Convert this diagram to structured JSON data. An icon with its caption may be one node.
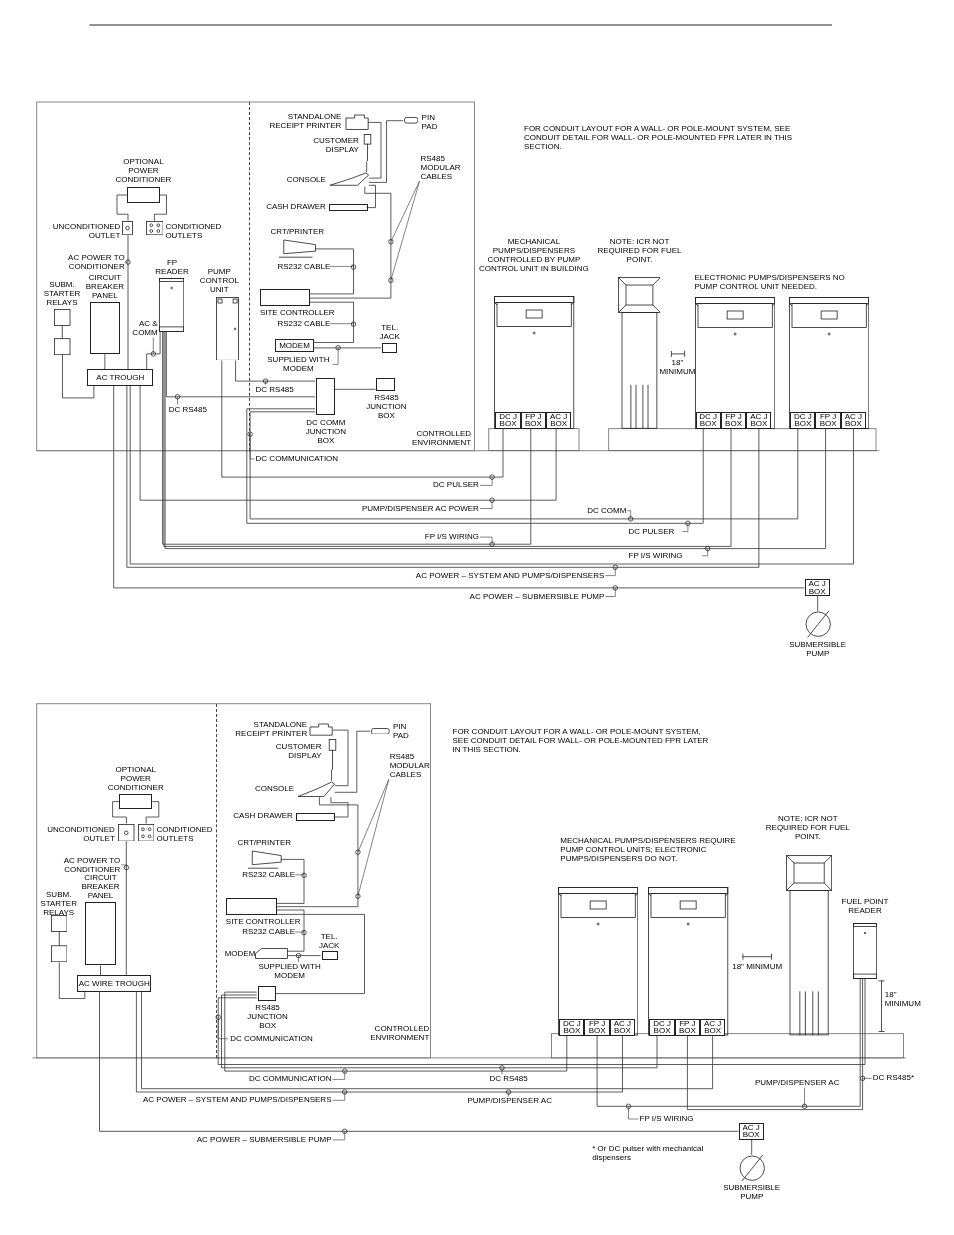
{
  "diagram": {
    "nodes": [
      {
        "text": [
          "CONTROLLED ENVIRONMENT"
        ]
      },
      {
        "text": [
          "OPTIONAL POWER CONDITIONER"
        ]
      },
      {
        "text": [
          "UNCONDITIONED OUTLET"
        ]
      },
      {
        "text": [
          "CONDITIONED OUTLETS"
        ]
      },
      {
        "text": [
          "SUBM. STARTER RELAYS"
        ]
      },
      {
        "text": [
          "CIRCUIT BREAKER PANEL"
        ]
      },
      {
        "text": [
          "AC TROUGH"
        ]
      },
      {
        "text": [
          "FP READER"
        ]
      },
      {
        "text": [
          "PUMP CONTROL UNIT"
        ]
      },
      {
        "text": [
          "STANDALONE RECEIPT PRINTER"
        ],
        "in": 0
      },
      {
        "text": [
          "PIN PAD"
        ],
        "in": 0
      },
      {
        "text": [
          "CUSTOMER DISPLAY"
        ],
        "in": 0
      },
      {
        "text": [
          "CONSOLE"
        ],
        "in": 0
      },
      {
        "text": [
          "CASH DRAWER"
        ],
        "in": 0
      },
      {
        "text": [
          "CRT/PRINTER"
        ],
        "in": 0
      },
      {
        "text": [
          "SITE CONTROLLER"
        ],
        "in": 0
      },
      {
        "text": [
          "MODEM"
        ],
        "in": 0
      },
      {
        "text": [
          "TEL. JACK"
        ],
        "in": 0
      },
      {
        "text": [
          "DC COMM JUNCTION BOX"
        ],
        "in": 0
      },
      {
        "text": [
          "RS485 JUNCTION BOX"
        ],
        "in": 0
      },
      {
        "text": [
          "MECHANICAL PUMPS/DISPENSERS CONTROLLED BY PUMP CONTROL UNIT IN BUILDING"
        ]
      },
      {
        "text": [
          "DC J BOX"
        ],
        "in": 20
      },
      {
        "text": [
          "FP J BOX"
        ],
        "in": 20
      },
      {
        "text": [
          "AC J BOX"
        ],
        "in": 20
      },
      {
        "text": [
          "NOTE: ICR NOT REQUIRED FOR FUEL POINT."
        ]
      },
      {
        "text": [],
        "shape": "box"
      },
      {
        "text": [
          "DC J BOX"
        ],
        "in": 25
      },
      {
        "text": [
          "FP J BOX"
        ],
        "in": 25
      },
      {
        "text": [
          "AC J BOX"
        ],
        "in": 25
      },
      {
        "text": [],
        "shape": "box"
      },
      {
        "text": [
          "DC J BOX"
        ],
        "in": 29
      },
      {
        "text": [
          "FP J BOX"
        ],
        "in": 29
      },
      {
        "text": [
          "AC J BOX"
        ],
        "in": 29
      },
      {
        "text": [
          "AC J BOX"
        ]
      },
      {
        "text": [
          "SUBMERSIBLE PUMP"
        ]
      },
      {
        "text": [
          "AC POWER TO CONDITIONER"
        ]
      },
      {
        "text": [
          "AC & COMM"
        ]
      },
      {
        "text": [
          "DC RS485"
        ]
      },
      {
        "text": [
          "DC RS485"
        ],
        "in": 0
      },
      {
        "text": [
          "DC COMMUNICATION"
        ]
      },
      {
        "text": [
          "RS232 CABLE"
        ],
        "in": 0
      },
      {
        "text": [
          "RS232 CABLE"
        ],
        "in": 0
      },
      {
        "text": [
          "SUPPLIED WITH MODEM"
        ],
        "in": 0
      },
      {
        "text": [
          "RS485 MODULAR CABLES"
        ],
        "in": 0
      },
      {
        "text": [
          "DC PULSER"
        ]
      },
      {
        "text": [
          "PUMP/DISPENSER AC POWER"
        ]
      },
      {
        "text": [
          "DC COMM"
        ]
      },
      {
        "text": [
          "DC PULSER"
        ]
      },
      {
        "text": [
          "FP I/S WIRING"
        ]
      },
      {
        "text": [
          "FP I/S WIRING"
        ]
      },
      {
        "text": [
          "AC POWER – SYSTEM AND PUMPS/DISPENSERS"
        ]
      },
      {
        "text": [
          "AC POWER – SUBMERSIBLE PUMP"
        ]
      },
      {
        "text": [
          "CONTROLLED ENVIRONMENT"
        ]
      },
      {
        "text": [
          "OPTIONAL POWER CONDITIONER"
        ]
      },
      {
        "text": [
          "UNCONDITIONED OUTLET"
        ]
      },
      {
        "text": [
          "CONDITIONED OUTLETS"
        ]
      },
      {
        "text": [
          "SUBM. STARTER RELAYS"
        ]
      },
      {
        "text": [
          "CIRCUIT BREAKER PANEL"
        ]
      },
      {
        "text": [
          "AC WIRE TROUGH"
        ]
      },
      {
        "text": [
          "STANDALONE RECEIPT PRINTER"
        ],
        "in": 52
      },
      {
        "text": [
          "PIN PAD"
        ],
        "in": 52
      },
      {
        "text": [
          "CUSTOMER DISPLAY"
        ],
        "in": 52
      },
      {
        "text": [
          "CONSOLE"
        ],
        "in": 52
      },
      {
        "text": [
          "CASH DRAWER"
        ],
        "in": 52
      },
      {
        "text": [
          "CRT/PRINTER"
        ],
        "in": 52
      },
      {
        "text": [
          "SITE CONTROLLER"
        ],
        "in": 52
      },
      {
        "text": [
          "MODEM"
        ],
        "in": 52
      },
      {
        "text": [
          "TEL. JACK"
        ],
        "in": 52
      },
      {
        "text": [
          "RS485 JUNCTION BOX"
        ],
        "in": 52
      },
      {
        "text": [],
        "shape": "box"
      },
      {
        "text": [
          "DC J BOX"
        ],
        "in": 69
      },
      {
        "text": [
          "FP J BOX"
        ],
        "in": 69
      },
      {
        "text": [
          "AC J BOX"
        ],
        "in": 69
      },
      {
        "text": [],
        "shape": "box"
      },
      {
        "text": [
          "DC J BOX"
        ],
        "in": 73
      },
      {
        "text": [
          "FP J BOX"
        ],
        "in": 73
      },
      {
        "text": [
          "AC J BOX"
        ],
        "in": 73
      },
      {
        "text": [
          "NOTE: ICR NOT REQUIRED FOR FUEL POINT."
        ]
      },
      {
        "text": [
          "FUEL POINT READER"
        ]
      },
      {
        "text": [
          "AC J BOX"
        ]
      },
      {
        "text": [
          "SUBMERSIBLE PUMP"
        ]
      },
      {
        "text": [
          "AC POWER TO CONDITIONER"
        ]
      },
      {
        "text": [
          "RS232 CABLE"
        ],
        "in": 52
      },
      {
        "text": [
          "RS232 CABLE"
        ],
        "in": 52
      },
      {
        "text": [
          "SUPPLIED WITH MODEM"
        ],
        "in": 52
      },
      {
        "text": [
          "RS485 MODULAR CABLES"
        ],
        "in": 52
      },
      {
        "text": [
          "DC COMMUNICATION"
        ],
        "in": 52
      },
      {
        "text": [
          "DC COMMUNICATION"
        ]
      },
      {
        "text": [
          "AC POWER – SYSTEM AND PUMPS/DISPENSERS"
        ]
      },
      {
        "text": [
          "AC POWER – SUBMERSIBLE PUMP"
        ]
      },
      {
        "text": [
          "DC RS485"
        ]
      },
      {
        "text": [
          "PUMP/DISPENSER AC"
        ]
      },
      {
        "text": [
          "DC RS485*"
        ]
      },
      {
        "text": [
          "PUMP/DISPENSER AC"
        ]
      },
      {
        "text": [
          "FP I/S WIRING"
        ]
      }
    ],
    "edges": [
      {
        "from": 1,
        "to": 2,
        "arrow": "none"
      },
      {
        "from": 1,
        "to": 3,
        "arrow": "none"
      },
      {
        "from": 2,
        "to": 6,
        "arrow": "none"
      },
      {
        "from": 4,
        "to": 6,
        "arrow": "none"
      },
      {
        "from": 5,
        "to": 6,
        "arrow": "none"
      },
      {
        "from": 7,
        "to": 6,
        "arrow": "none"
      },
      {
        "from": 7,
        "to": 18,
        "arrow": "none"
      },
      {
        "from": 8,
        "to": 18,
        "arrow": "none"
      },
      {
        "from": 18,
        "to": 19,
        "arrow": "none"
      },
      {
        "from": 9,
        "to": 12,
        "arrow": "none"
      },
      {
        "from": 11,
        "to": 12,
        "arrow": "none"
      },
      {
        "from": 10,
        "to": 12,
        "arrow": "none"
      },
      {
        "from": 13,
        "to": 12,
        "arrow": "none"
      },
      {
        "from": 14,
        "to": 15,
        "arrow": "none"
      },
      {
        "from": 16,
        "to": 15,
        "arrow": "none"
      },
      {
        "from": 16,
        "to": 17,
        "arrow": "none"
      },
      {
        "from": 12,
        "to": 15,
        "arrow": "none"
      },
      {
        "from": 8,
        "to": 21,
        "arrow": "none"
      },
      {
        "from": 6,
        "to": 23,
        "arrow": "none"
      },
      {
        "from": 18,
        "to": 26,
        "arrow": "none"
      },
      {
        "from": 18,
        "to": 30,
        "arrow": "none"
      },
      {
        "from": 7,
        "to": 22,
        "arrow": "none"
      },
      {
        "from": 7,
        "to": 27,
        "arrow": "none"
      },
      {
        "from": 7,
        "to": 31,
        "arrow": "none"
      },
      {
        "from": 6,
        "to": 28,
        "arrow": "none"
      },
      {
        "from": 6,
        "to": 32,
        "arrow": "none"
      },
      {
        "from": 6,
        "to": 33,
        "arrow": "none"
      },
      {
        "from": 33,
        "to": 34,
        "arrow": "none"
      },
      {
        "from": 35,
        "to": null,
        "arrow": "other"
      },
      {
        "from": 36,
        "to": null,
        "arrow": "other"
      },
      {
        "from": 37,
        "to": null,
        "arrow": "other"
      },
      {
        "from": 38,
        "to": null,
        "arrow": "other"
      },
      {
        "from": 39,
        "to": null,
        "arrow": "other"
      },
      {
        "from": 40,
        "to": null,
        "arrow": "other"
      },
      {
        "from": 41,
        "to": null,
        "arrow": "other"
      },
      {
        "from": 42,
        "to": null,
        "arrow": "other"
      },
      {
        "from": 43,
        "to": null,
        "arrow": "other"
      },
      {
        "from": 43,
        "to": null,
        "arrow": "other"
      },
      {
        "from": 44,
        "to": null,
        "arrow": "other"
      },
      {
        "from": 45,
        "to": null,
        "arrow": "other"
      },
      {
        "from": 46,
        "to": null,
        "arrow": "other"
      },
      {
        "from": 47,
        "to": null,
        "arrow": "other"
      },
      {
        "from": 48,
        "to": null,
        "arrow": "other"
      },
      {
        "from": 49,
        "to": null,
        "arrow": "other"
      },
      {
        "from": 50,
        "to": null,
        "arrow": "other"
      },
      {
        "from": 51,
        "to": null,
        "arrow": "other"
      },
      {
        "from": 53,
        "to": 54,
        "arrow": "none"
      },
      {
        "from": 53,
        "to": 55,
        "arrow": "none"
      },
      {
        "from": 54,
        "to": 58,
        "arrow": "none"
      },
      {
        "from": 56,
        "to": 58,
        "arrow": "none"
      },
      {
        "from": 57,
        "to": 58,
        "arrow": "none"
      },
      {
        "from": 59,
        "to": 62,
        "arrow": "none"
      },
      {
        "from": 61,
        "to": 62,
        "arrow": "none"
      },
      {
        "from": 60,
        "to": 62,
        "arrow": "none"
      },
      {
        "from": 63,
        "to": 62,
        "arrow": "none"
      },
      {
        "from": 64,
        "to": 65,
        "arrow": "none"
      },
      {
        "from": 66,
        "to": 65,
        "arrow": "none"
      },
      {
        "from": 66,
        "to": 67,
        "arrow": "none"
      },
      {
        "from": 62,
        "to": 65,
        "arrow": "none"
      },
      {
        "from": 65,
        "to": 68,
        "arrow": "none"
      },
      {
        "from": 68,
        "to": 70,
        "arrow": "none"
      },
      {
        "from": 68,
        "to": 74,
        "arrow": "none"
      },
      {
        "from": 68,
        "to": 78,
        "arrow": "none"
      },
      {
        "from": 58,
        "to": 72,
        "arrow": "none"
      },
      {
        "from": 58,
        "to": 76,
        "arrow": "none"
      },
      {
        "from": 58,
        "to": 79,
        "arrow": "none"
      },
      {
        "from": 79,
        "to": 80,
        "arrow": "none"
      },
      {
        "from": 78,
        "to": 71,
        "arrow": "none"
      },
      {
        "from": 78,
        "to": 75,
        "arrow": "none"
      },
      {
        "from": 81,
        "to": null,
        "arrow": "other"
      },
      {
        "from": 82,
        "to": null,
        "arrow": "other"
      },
      {
        "from": 83,
        "to": null,
        "arrow": "other"
      },
      {
        "from": 84,
        "to": null,
        "arrow": "other"
      },
      {
        "from": 85,
        "to": null,
        "arrow": "other"
      },
      {
        "from": 85,
        "to": null,
        "arrow": "other"
      },
      {
        "from": 86,
        "to": null,
        "arrow": "other"
      },
      {
        "from": 87,
        "to": null,
        "arrow": "other"
      },
      {
        "from": 88,
        "to": null,
        "arrow": "other"
      },
      {
        "from": 89,
        "to": null,
        "arrow": "other"
      },
      {
        "from": 90,
        "to": null,
        "arrow": "other"
      },
      {
        "from": 91,
        "to": null,
        "arrow": "other"
      },
      {
        "from": 92,
        "to": null,
        "arrow": "other"
      },
      {
        "from": 93,
        "to": null,
        "arrow": "other"
      },
      {
        "from": 94,
        "to": null,
        "arrow": "other"
      }
    ],
    "labels": [
      "FOR CONDUIT LAYOUT FOR A WALL- OR POLE-MOUNT SYSTEM, SEE CONDUIT DETAIL FOR WALL- OR POLE-MOUNTED FPR LATER IN THIS SECTION.",
      "ELECTRONIC PUMPS/DISPENSERS NO PUMP CONTROL UNIT NEEDED.",
      "18\" MINIMUM",
      "FOR CONDUIT LAYOUT FOR A WALL- OR POLE-MOUNT SYSTEM, SEE CONDUIT DETAIL FOR WALL- OR POLE-MOUNTED FPR LATER IN THIS SECTION.",
      "MECHANICAL PUMPS/DISPENSERS REQUIRE PUMP CONTROL UNITS; ELECTRONIC PUMPS/DISPENSERS DO NOT.",
      "18\" MINIMUM",
      "18\" MINIMUM",
      "* Or DC pulser with mechanical dispensers"
    ]
  }
}
